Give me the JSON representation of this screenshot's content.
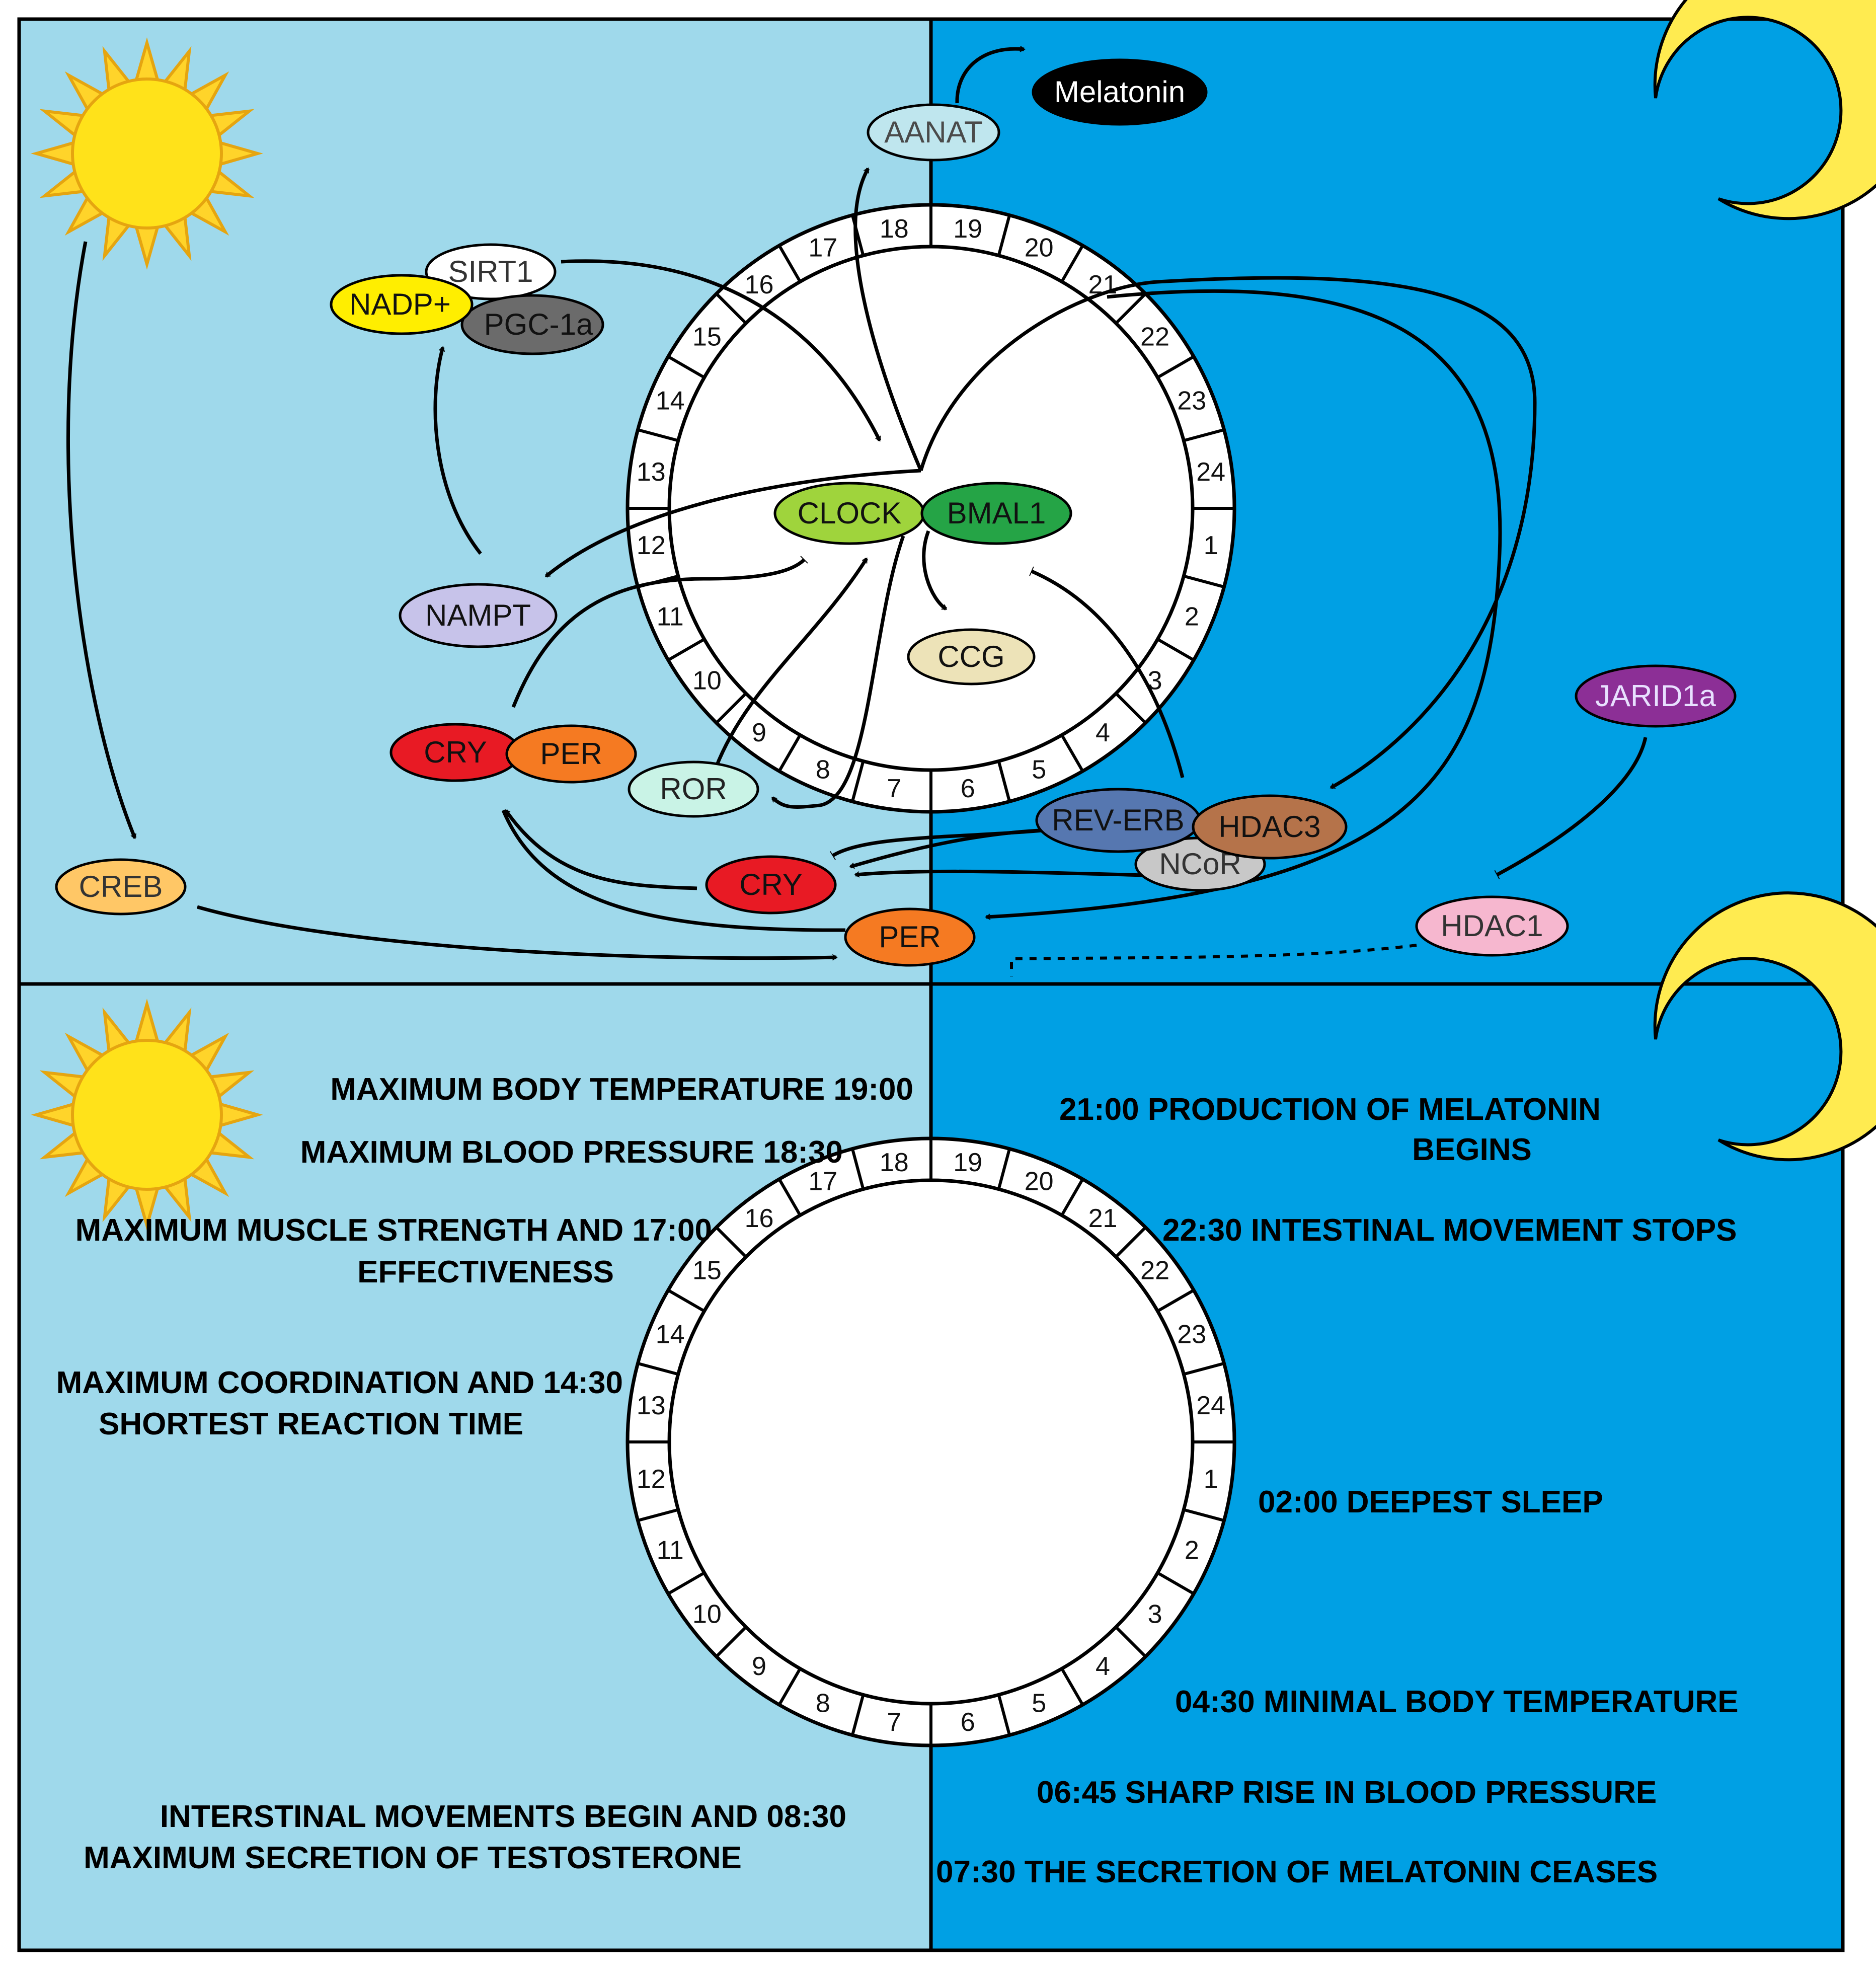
{
  "colors": {
    "day_bg": "#9fd9eb",
    "night_bg": "#00a0e4",
    "line": "#000000",
    "sun": "#ffd42a",
    "sun_ray": "#e5a510",
    "moon": "#ffeb50"
  },
  "icons": {
    "day": "sun-icon",
    "night": "moon-icon"
  },
  "clock_hours": [
    "19",
    "20",
    "21",
    "22",
    "23",
    "24",
    "1",
    "2",
    "3",
    "4",
    "5",
    "6",
    "7",
    "8",
    "9",
    "10",
    "11",
    "12",
    "13",
    "14",
    "15",
    "16",
    "17",
    "18"
  ],
  "nodes": {
    "aanat": {
      "label": "AANAT",
      "fill": "#bfe6ee"
    },
    "melatonin": {
      "label": "Melatonin",
      "fill": "#000000",
      "text": "#ffffff"
    },
    "sirt1": {
      "label": "SIRT1",
      "fill": "#ffffff"
    },
    "nadp": {
      "label": "NADP+",
      "fill": "#ffee00"
    },
    "pgc1a": {
      "label": "PGC-1a",
      "fill": "#6b6b6b"
    },
    "clock": {
      "label": "CLOCK",
      "fill": "#9fd43c"
    },
    "bmal1": {
      "label": "BMAL1",
      "fill": "#25a446"
    },
    "nampt": {
      "label": "NAMPT",
      "fill": "#c7c3ea"
    },
    "ccg": {
      "label": "CCG",
      "fill": "#ede3b8"
    },
    "cry_left": {
      "label": "CRY",
      "fill": "#e81a24"
    },
    "per_left": {
      "label": "PER",
      "fill": "#f57a22"
    },
    "ror": {
      "label": "ROR",
      "fill": "#c9f3e6"
    },
    "reverb": {
      "label": "REV-ERB",
      "fill": "#5677b0"
    },
    "hdac3": {
      "label": "HDAC3",
      "fill": "#b5734a"
    },
    "ncor": {
      "label": "NCoR",
      "fill": "#c8c8c8"
    },
    "jarid1a": {
      "label": "JARID1a",
      "fill": "#8c2f96"
    },
    "creb": {
      "label": "CREB",
      "fill": "#ffc766"
    },
    "cry_bottom": {
      "label": "CRY",
      "fill": "#e81a24"
    },
    "per_bottom": {
      "label": "PER",
      "fill": "#f57a22"
    },
    "hdac1": {
      "label": "HDAC1",
      "fill": "#f6b7cf"
    }
  },
  "notes": {
    "body_temp_max": "MAXIMUM BODY TEMPERATURE 19:00",
    "bp_max": "MAXIMUM BLOOD PRESSURE 18:30",
    "muscle_1": "MAXIMUM MUSCLE  STRENGTH AND 17:00",
    "muscle_2": "EFFECTIVENESS",
    "coord_1": "MAXIMUM COORDINATION AND 14:30",
    "coord_2": "SHORTEST REACTION TIME",
    "intest_1": "INTERSTINAL MOVEMENTS  BEGIN AND 08:30",
    "intest_2": "MAXIMUM SECRETION OF TESTOSTERONE",
    "melatonin_1": "21:00 PRODUCTION OF MELATONIN",
    "melatonin_2": "BEGINS",
    "intest_stop": "22:30 INTESTINAL MOVEMENT STOPS",
    "deep_sleep": "02:00 DEEPEST SLEEP",
    "min_temp": "04:30 MINIMAL BODY TEMPERATURE",
    "bp_rise": "06:45 SHARP RISE IN BLOOD PRESSURE",
    "melatonin_cease": "07:30 THE SECRETION OF MELATONIN CEASES"
  }
}
